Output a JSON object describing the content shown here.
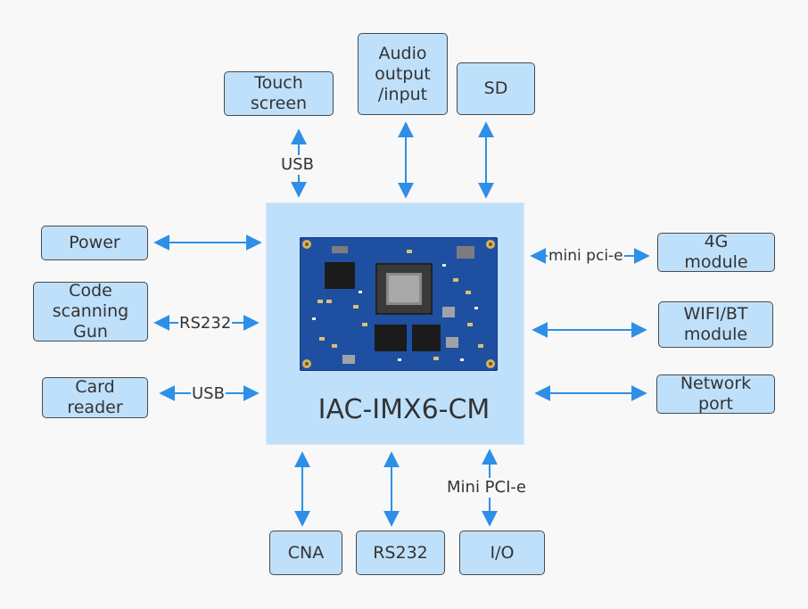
{
  "core": {
    "title": "IAC-IMX6-CM"
  },
  "components": {
    "touch_screen": "Touch\nscreen",
    "audio": "Audio\noutput\n/input",
    "sd": "SD",
    "power": "Power",
    "code_gun": "Code\nscanning\nGun",
    "card_reader": "Card\nreader",
    "module_4g": "4G\nmodule",
    "wifi_bt": "WIFI/BT\nmodule",
    "network_port": "Network\nport",
    "cna": "CNA",
    "rs232_bottom": "RS232",
    "io": "I/O"
  },
  "connections": {
    "touch_usb": "USB",
    "code_rs232": "RS232",
    "card_usb": "USB",
    "module_4g_pcie": "mini pci-e",
    "io_pcie": "Mini PCI-e"
  },
  "colors": {
    "box_fill": "#bfe0fb",
    "box_border": "#4a4a4a",
    "arrow": "#2e8fe6",
    "pcb": "#1f4fa0"
  }
}
